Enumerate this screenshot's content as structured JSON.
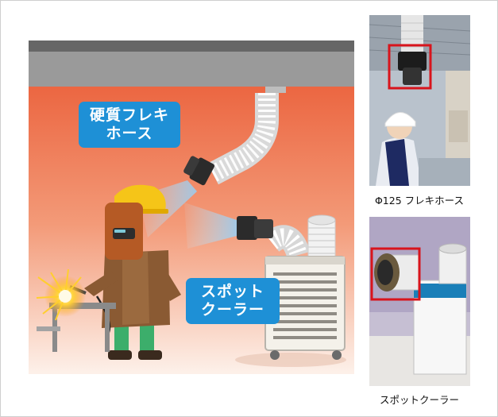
{
  "labels": {
    "hose_line1": "硬質フレキ",
    "hose_line2": "ホース",
    "cooler_line1": "スポット",
    "cooler_line2": "クーラー"
  },
  "captions": {
    "photo1": "Φ125 フレキホース",
    "photo2": "スポットクーラー"
  },
  "colors": {
    "label_bg": "#1e90d6",
    "highlight_frame": "#d8141c",
    "wall_gradient_top": "#e9552f",
    "wall_gradient_bottom": "#fbe3d6"
  }
}
